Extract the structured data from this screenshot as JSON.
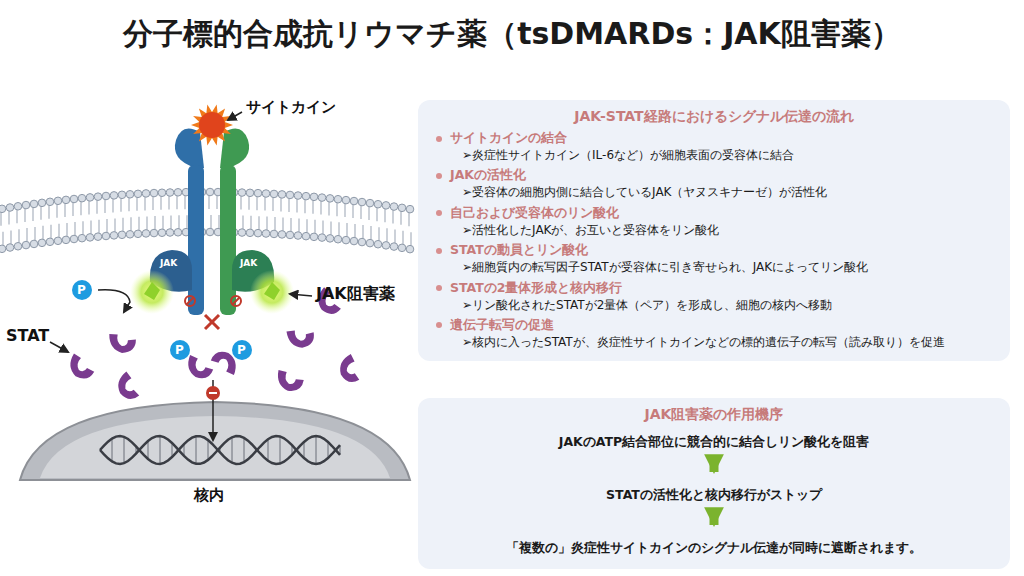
{
  "diagram": {
    "title": "分子標的合成抗リウマチ薬（tsDMARDs：JAK阻害薬）",
    "nodes": [
      {
        "text": [
          "JAK-STAT経路におけるシグナル伝達の流れ",
          "サイトカインの結合",
          "➢炎症性サイトカイン（IL-6など）が細胞表面の受容体に結合",
          "JAKの活性化",
          "➢受容体の細胞内側に結合しているJAK（ヤヌスキナーゼ）が活性化",
          "自己および受容体のリン酸化",
          "➢活性化したJAKが、お互いと受容体をリン酸化",
          "STATの動員とリン酸化",
          "➢細胞質内の転写因子STATが受容体に引き寄せられ、JAKによってリン酸化",
          "STATの2量体形成と核内移行",
          "➢リン酸化されたSTATが2量体（ペア）を形成し、細胞の核内へ移動",
          "遺伝子転写の促進",
          "➢核内に入ったSTATが、炎症性サイトカインなどの標的遺伝子の転写（読み取り）を促進"
        ]
      },
      {
        "text": [
          "JAK阻害薬の作用機序"
        ]
      },
      {
        "text": [
          "JAKのATP結合部位に競合的に結合しリン酸化を阻害"
        ],
        "in": 1
      },
      {
        "text": [
          "STATの活性化と核内移行がストップ"
        ],
        "in": 1
      },
      {
        "text": [
          "「複数の」炎症性サイトカインのシグナル伝達が同時に遮断されます。"
        ],
        "in": 1
      }
    ],
    "edges": [
      {
        "from": 2,
        "to": 3,
        "arrow": "to"
      },
      {
        "from": 3,
        "to": 4,
        "arrow": "to"
      }
    ],
    "labels": [
      "サイトカイン",
      "JAK",
      "JAK",
      "P",
      "P",
      "P",
      "JAK阻害薬",
      "STAT",
      "核内"
    ]
  }
}
